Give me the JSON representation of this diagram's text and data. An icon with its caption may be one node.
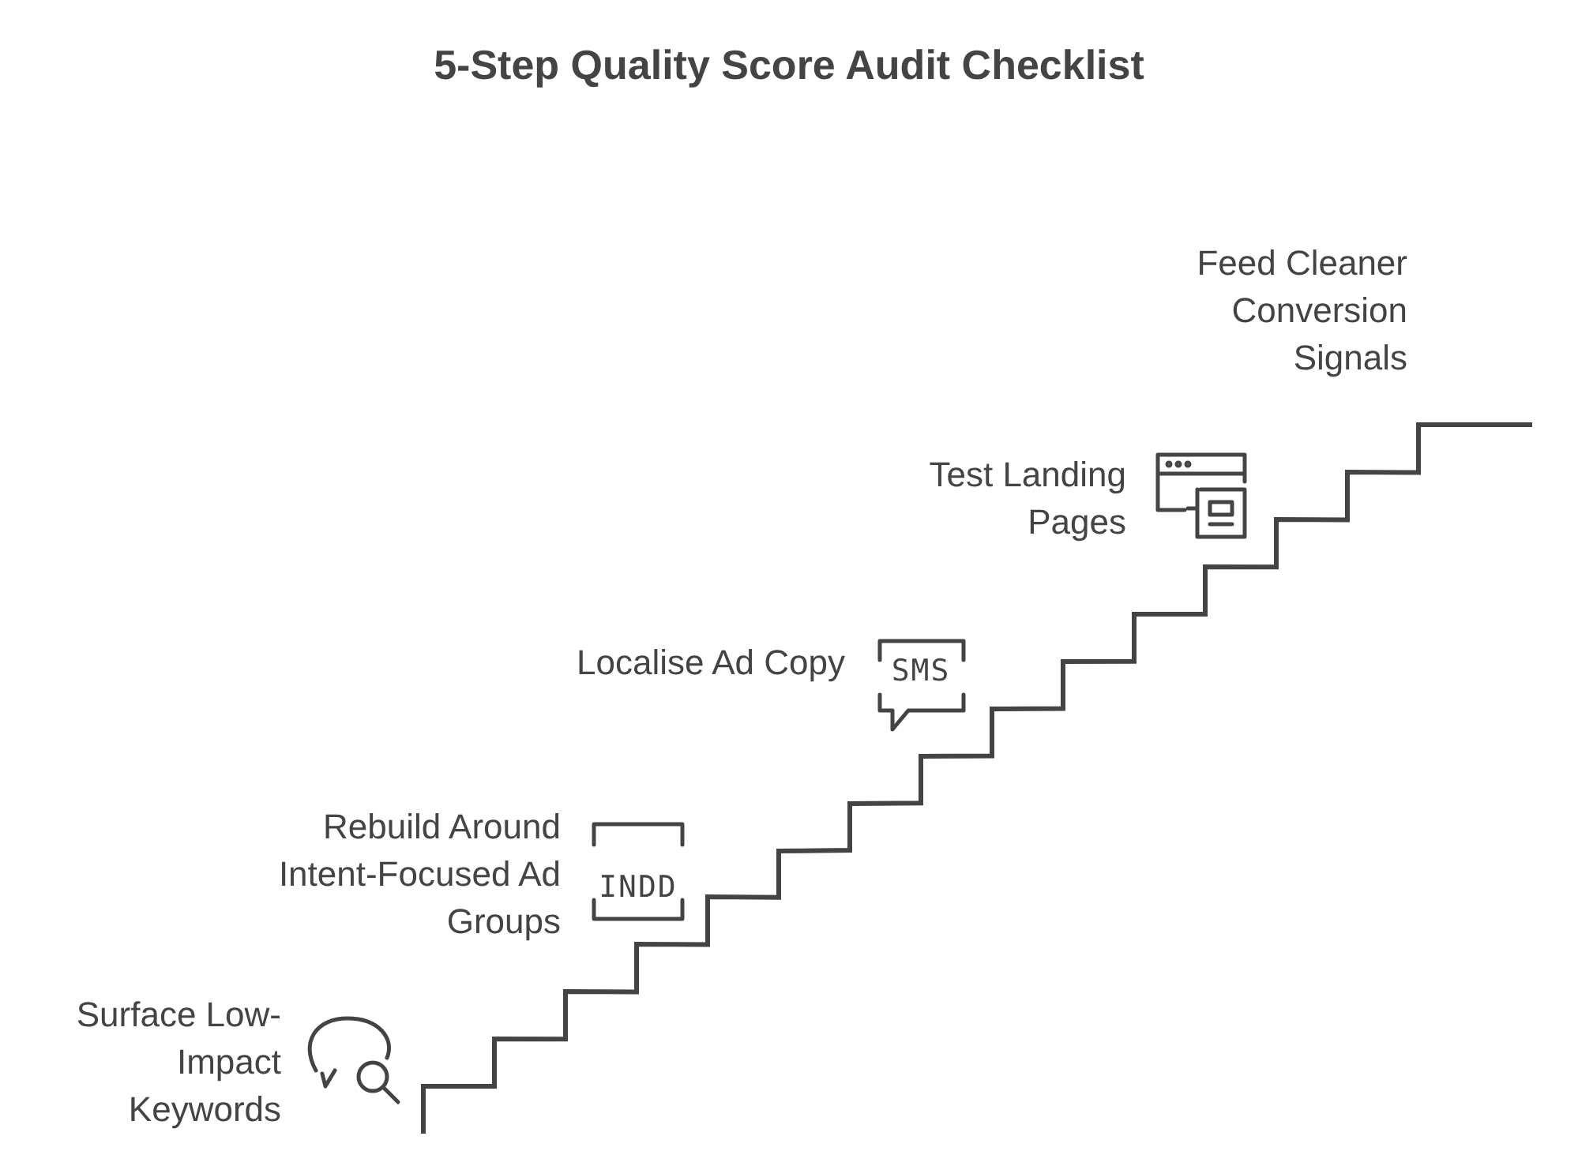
{
  "diagram": {
    "title": "5-Step Quality Score Audit Checklist",
    "labels": [
      "Feed Cleaner Conversion Signals",
      "Test Landing Pages",
      "Localise Ad Copy",
      "SMS",
      "Rebuild Around Intent-Focused Ad Groups",
      "INDD",
      "Surface Low-Impact Keywords"
    ]
  }
}
